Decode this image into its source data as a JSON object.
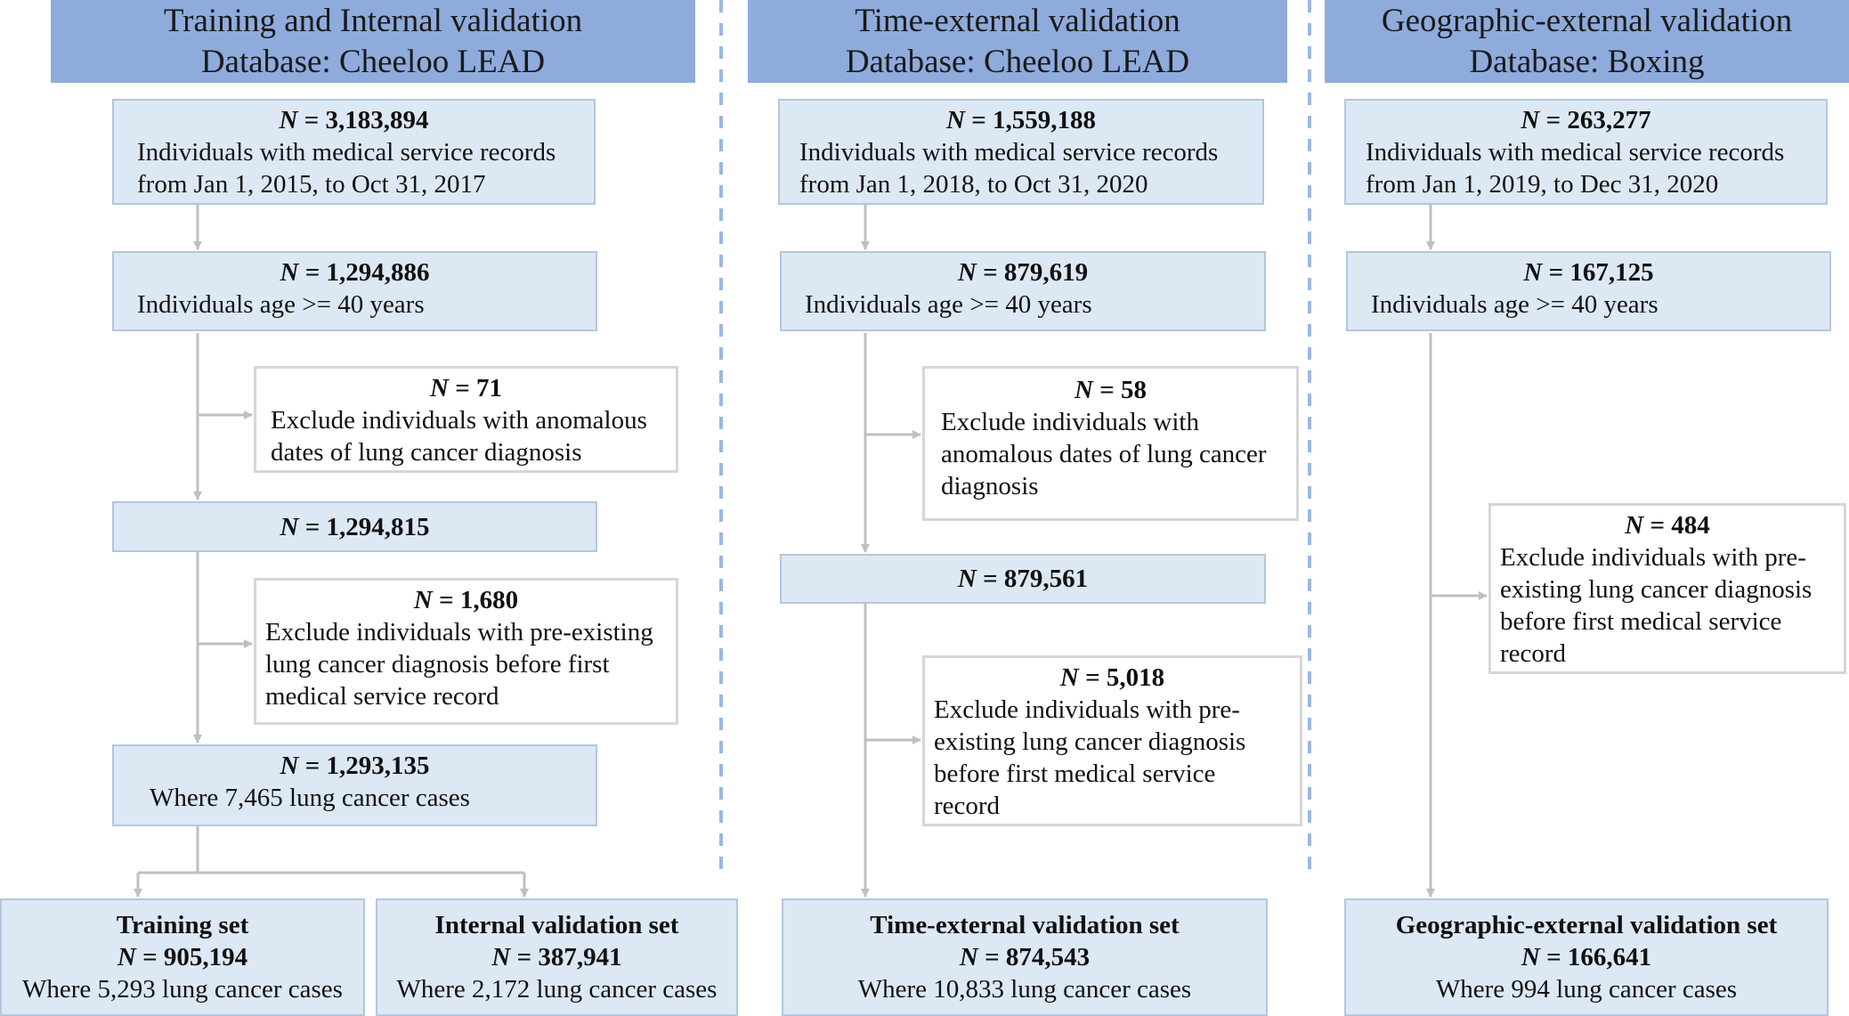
{
  "columns": {
    "training": {
      "header_line1": "Training and Internal validation",
      "header_line2": "Database: Cheeloo LEAD",
      "box1": {
        "n": "3,183,894",
        "line1": "Individuals with medical service records",
        "line2": "from Jan 1, 2015, to Oct 31, 2017"
      },
      "box2": {
        "n": "1,294,886",
        "line1": "Individuals age >= 40 years"
      },
      "excl1": {
        "n": "71",
        "line1": "Exclude individuals with anomalous",
        "line2": "dates of lung cancer diagnosis"
      },
      "box3": {
        "n": "1,294,815"
      },
      "excl2": {
        "n": "1,680",
        "line1": "Exclude individuals with pre-existing",
        "line2": "lung cancer diagnosis before first",
        "line3": "medical service record"
      },
      "box4": {
        "n": "1,293,135",
        "line1": "Where 7,465 lung cancer cases"
      },
      "final_training": {
        "title": "Training set",
        "n": "905,194",
        "line1": "Where 5,293 lung cancer cases"
      },
      "final_internal": {
        "title": "Internal validation set",
        "n": "387,941",
        "line1": "Where 2,172 lung cancer cases"
      }
    },
    "time": {
      "header_line1": "Time-external validation",
      "header_line2": "Database: Cheeloo LEAD",
      "box1": {
        "n": "1,559,188",
        "line1": "Individuals with medical service records",
        "line2": "from Jan 1, 2018, to Oct 31, 2020"
      },
      "box2": {
        "n": "879,619",
        "line1": "Individuals age >= 40 years"
      },
      "excl1": {
        "n": "58",
        "line1": "Exclude individuals with",
        "line2": "anomalous dates of lung cancer",
        "line3": "diagnosis"
      },
      "box3": {
        "n": "879,561"
      },
      "excl2": {
        "n": "5,018",
        "line1": "Exclude individuals with pre-",
        "line2": "existing lung cancer diagnosis",
        "line3": "before first medical service",
        "line4": "record"
      },
      "final": {
        "title": "Time-external validation set",
        "n": "874,543",
        "line1": "Where 10,833 lung cancer cases"
      }
    },
    "geo": {
      "header_line1": "Geographic-external validation",
      "header_line2": "Database: Boxing",
      "box1": {
        "n": "263,277",
        "line1": "Individuals with medical service records",
        "line2": "from Jan 1, 2019, to Dec 31, 2020"
      },
      "box2": {
        "n": "167,125",
        "line1": "Individuals age >= 40 years"
      },
      "excl1": {
        "n": "484",
        "line1": "Exclude individuals with pre-",
        "line2": "existing lung cancer diagnosis",
        "line3": "before first medical service",
        "line4": "record"
      },
      "final": {
        "title": "Geographic-external validation set",
        "n": "166,641",
        "line1": "Where 994 lung cancer cases"
      }
    }
  },
  "labels": {
    "n_symbol": "N",
    "equals": " = "
  },
  "colors": {
    "header": "#8eabdc",
    "box_fill": "#dde8f5",
    "box_border": "#b4c6de",
    "exclusion_border": "#d6d6d6",
    "arrow": "#bfbfbf",
    "divider": "#9ab8e0"
  }
}
